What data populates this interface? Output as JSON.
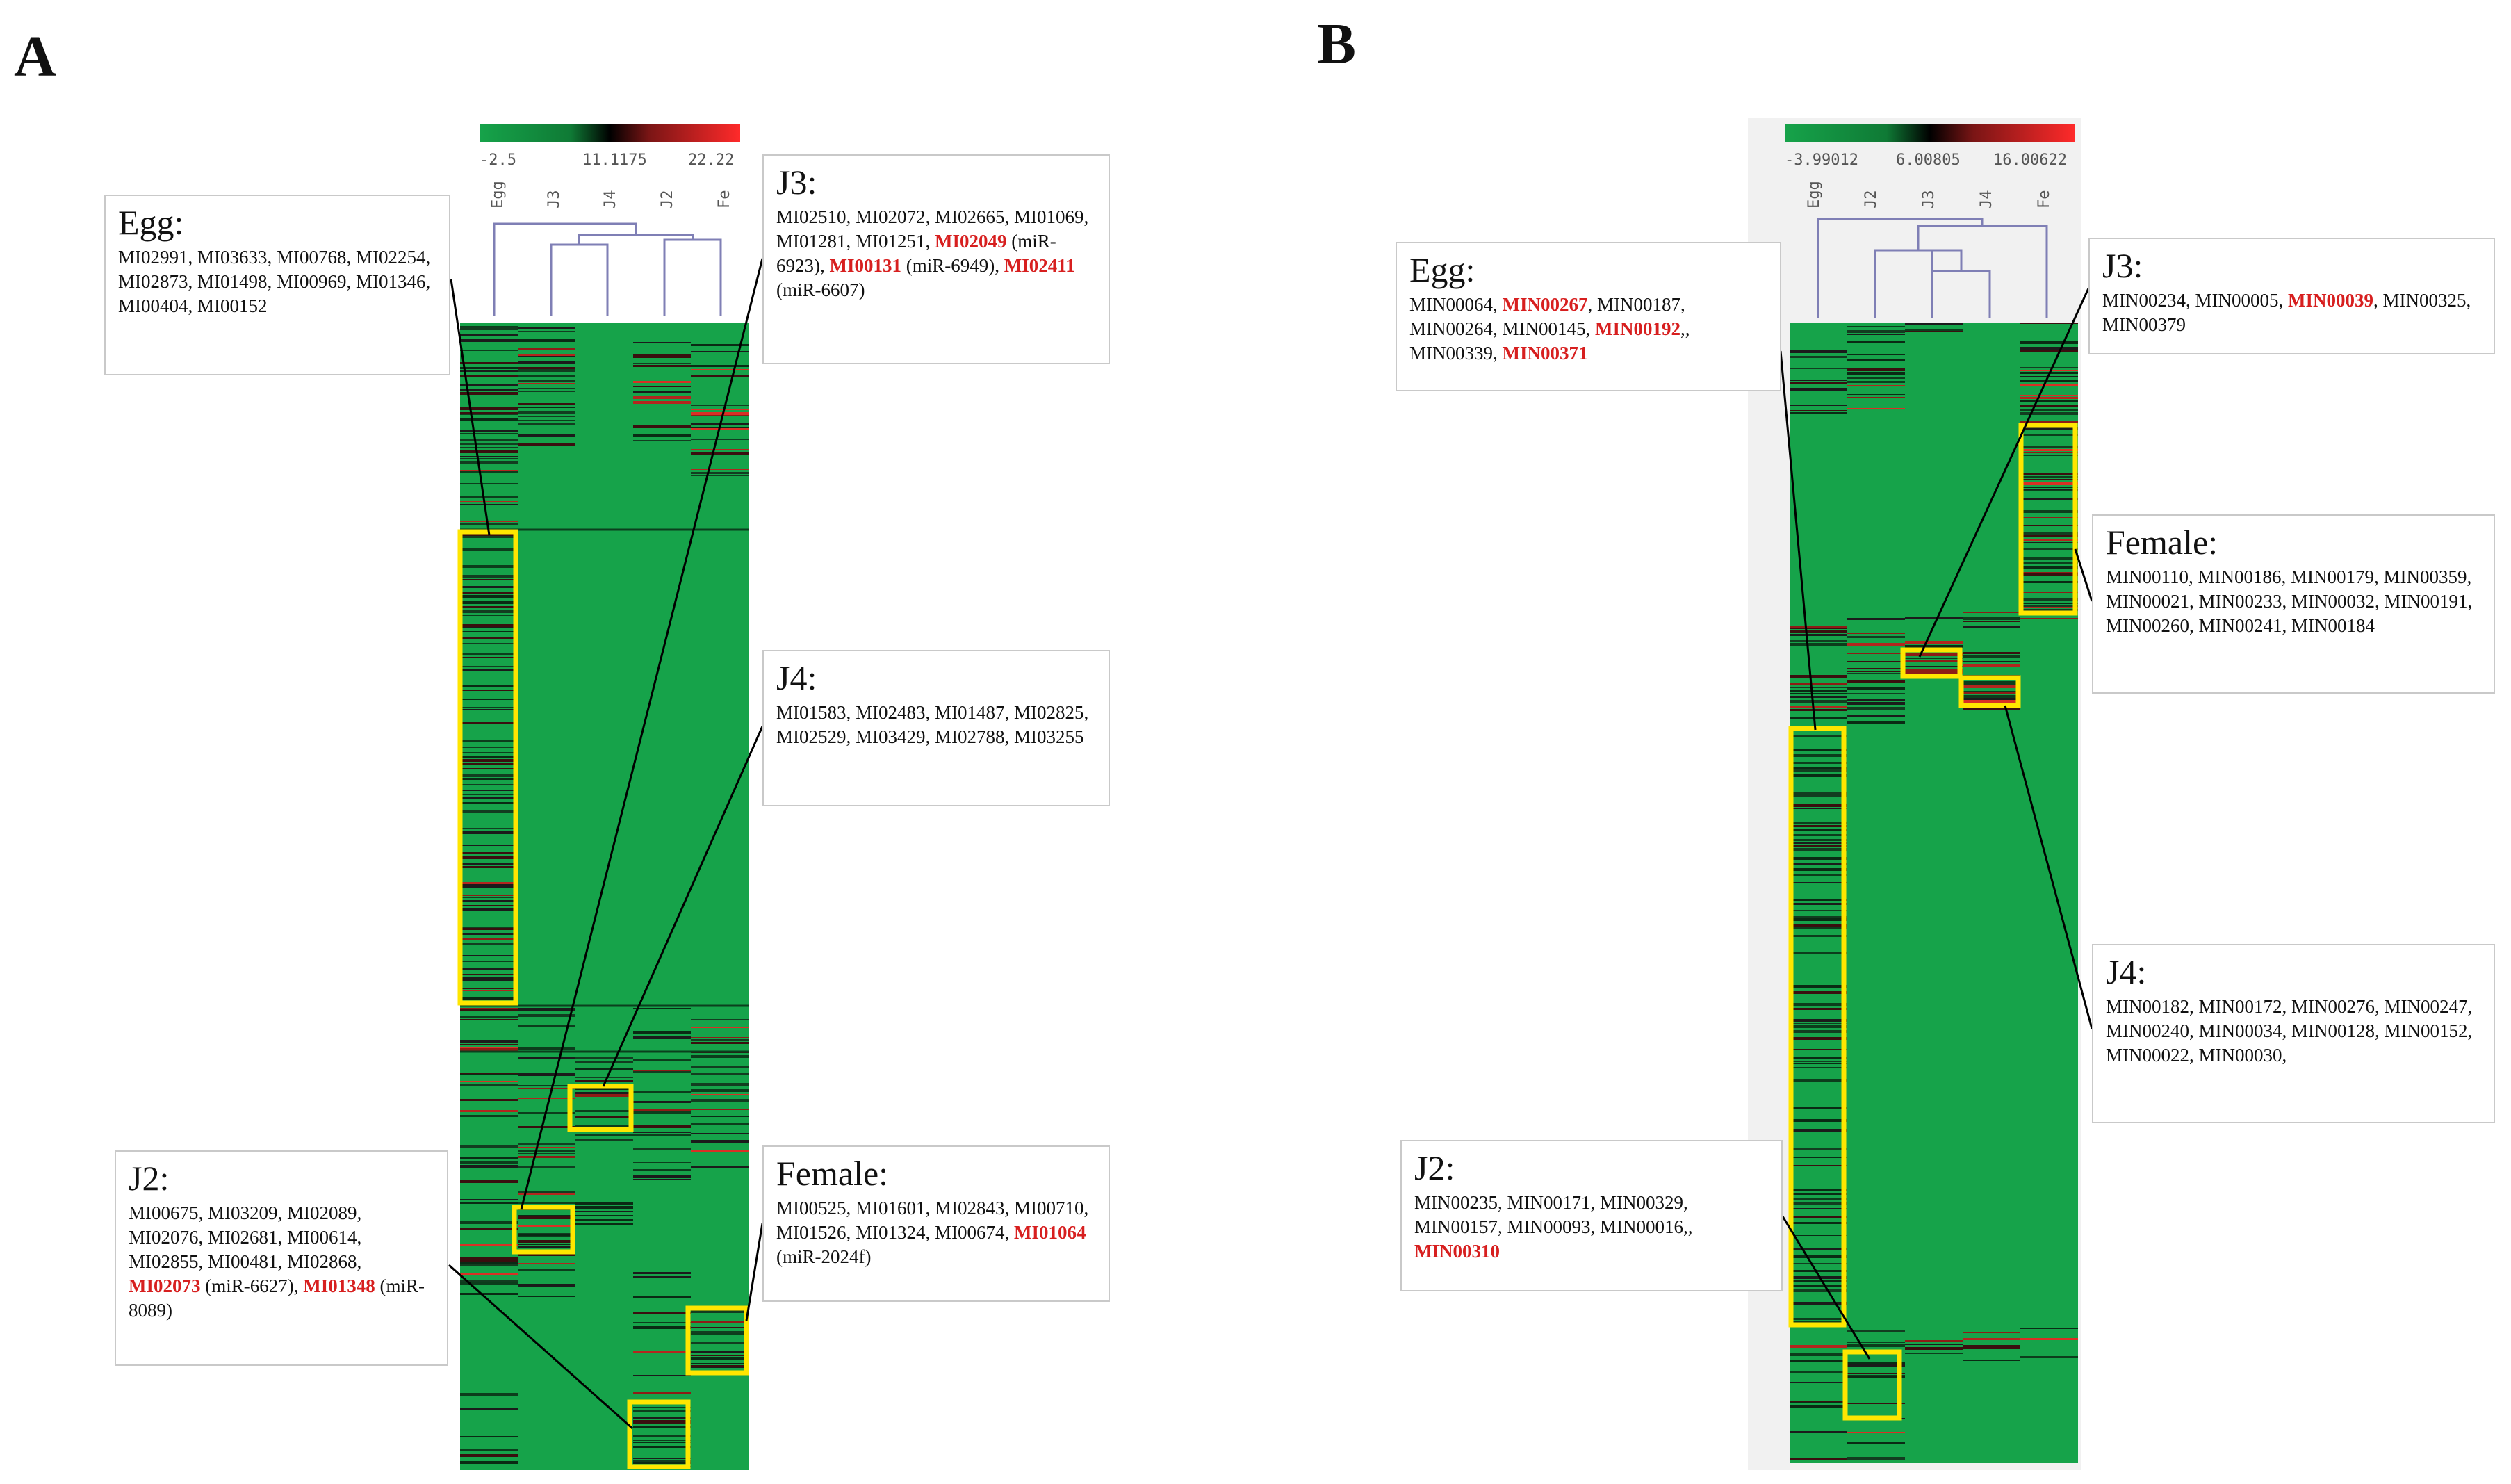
{
  "panels": [
    {
      "letter": "A",
      "scale": {
        "min": "-2.5",
        "mid": "11.1175",
        "max": "22.22",
        "colors": [
          "#16a34a",
          "#000000",
          "#ff2a2a"
        ]
      },
      "columns": [
        "Egg",
        "J3",
        "J4",
        "J2",
        "Fe"
      ],
      "callouts": [
        {
          "title": "Egg:",
          "genes": [
            {
              "id": "MI02991"
            },
            {
              "id": "MI03633"
            },
            {
              "id": "MI00768"
            },
            {
              "id": "MI02254"
            },
            {
              "id": "MI02873"
            },
            {
              "id": "MI01498"
            },
            {
              "id": "MI00969"
            },
            {
              "id": "MI01346"
            },
            {
              "id": "MI00404"
            },
            {
              "id": "MI00152"
            }
          ]
        },
        {
          "title": "J3:",
          "genes": [
            {
              "id": "MI02510"
            },
            {
              "id": "MI02072"
            },
            {
              "id": "MI02665"
            },
            {
              "id": "MI01069"
            },
            {
              "id": "MI01281"
            },
            {
              "id": "MI01251"
            },
            {
              "id": "MI02049",
              "note": "(miR-6923)",
              "hl": true
            },
            {
              "id": "MI00131",
              "note": "(miR-6949)",
              "hl": true
            },
            {
              "id": "MI02411",
              "note": "(miR-6607)",
              "hl": true
            }
          ]
        },
        {
          "title": "J4:",
          "genes": [
            {
              "id": "MI01583"
            },
            {
              "id": "MI02483"
            },
            {
              "id": "MI01487"
            },
            {
              "id": "MI02825"
            },
            {
              "id": "MI02529"
            },
            {
              "id": "MI03429"
            },
            {
              "id": "MI02788"
            },
            {
              "id": "MI03255"
            }
          ]
        },
        {
          "title": "J2:",
          "genes": [
            {
              "id": "MI00675"
            },
            {
              "id": "MI03209"
            },
            {
              "id": "MI02089"
            },
            {
              "id": "MI02076"
            },
            {
              "id": "MI02681"
            },
            {
              "id": "MI00614"
            },
            {
              "id": "MI02855"
            },
            {
              "id": "MI00481"
            },
            {
              "id": "MI02868"
            },
            {
              "id": "MI02073",
              "note": "(miR-6627)",
              "hl": true
            },
            {
              "id": "MI01348",
              "note": "(miR-8089)",
              "hl": true
            }
          ]
        },
        {
          "title": "Female:",
          "genes": [
            {
              "id": "MI00525"
            },
            {
              "id": "MI01601"
            },
            {
              "id": "MI02843"
            },
            {
              "id": "MI00710"
            },
            {
              "id": "MI01526"
            },
            {
              "id": "MI01324"
            },
            {
              "id": "MI00674"
            },
            {
              "id": "MI01064",
              "note": "(miR-2024f)",
              "hl": true
            }
          ]
        }
      ]
    },
    {
      "letter": "B",
      "scale": {
        "min": "-3.99012",
        "mid": "6.00805",
        "max": "16.00622",
        "colors": [
          "#16a34a",
          "#000000",
          "#ff2a2a"
        ]
      },
      "columns": [
        "Egg",
        "J2",
        "J3",
        "J4",
        "Fe"
      ],
      "callouts": [
        {
          "title": "Egg:",
          "genes": [
            {
              "id": "MIN00064"
            },
            {
              "id": "MIN00267",
              "hl": true
            },
            {
              "id": "MIN00187"
            },
            {
              "id": "MIN00264"
            },
            {
              "id": "MIN00145"
            },
            {
              "id": "MIN00192",
              "hl": true,
              "sep": ",,"
            },
            {
              "id": "MIN00339"
            },
            {
              "id": "MIN00371",
              "hl": true
            }
          ]
        },
        {
          "title": "J3:",
          "genes": [
            {
              "id": "MIN00234"
            },
            {
              "id": "MIN00005"
            },
            {
              "id": "MIN00039",
              "hl": true
            },
            {
              "id": "MIN00325"
            },
            {
              "id": "MIN00379"
            }
          ]
        },
        {
          "title": "Female:",
          "genes": [
            {
              "id": "MIN00110"
            },
            {
              "id": "MIN00186"
            },
            {
              "id": "MIN00179"
            },
            {
              "id": "MIN00359"
            },
            {
              "id": "MIN00021"
            },
            {
              "id": "MIN00233"
            },
            {
              "id": "MIN00032"
            },
            {
              "id": "MIN00191"
            },
            {
              "id": "MIN00260"
            },
            {
              "id": "MIN00241"
            },
            {
              "id": "MIN00184"
            }
          ]
        },
        {
          "title": "J4:",
          "genes": [
            {
              "id": "MIN00182"
            },
            {
              "id": "MIN00172"
            },
            {
              "id": "MIN00276"
            },
            {
              "id": "MIN00247"
            },
            {
              "id": "MIN00240"
            },
            {
              "id": "MIN00034"
            },
            {
              "id": "MIN00128"
            },
            {
              "id": "MIN00152"
            },
            {
              "id": "MIN00022"
            },
            {
              "id": "MIN00030",
              "sep": ","
            }
          ]
        },
        {
          "title": "J2:",
          "genes": [
            {
              "id": "MIN00235"
            },
            {
              "id": "MIN00171"
            },
            {
              "id": "MIN00329"
            },
            {
              "id": "MIN00157"
            },
            {
              "id": "MIN00093"
            },
            {
              "id": "MIN00016",
              "sep": ",,"
            },
            {
              "id": "MIN00310",
              "hl": true
            }
          ]
        }
      ]
    }
  ],
  "chart_data": [
    {
      "type": "heatmap",
      "panel": "A",
      "columns": [
        "Egg",
        "J3",
        "J4",
        "J2",
        "Fe"
      ],
      "color_scale": {
        "min": -2.5,
        "mid": 11.1175,
        "max": 22.22
      },
      "highlighted_clusters": [
        "Egg",
        "J3",
        "J4",
        "J2",
        "Female"
      ]
    },
    {
      "type": "heatmap",
      "panel": "B",
      "columns": [
        "Egg",
        "J2",
        "J3",
        "J4",
        "Fe"
      ],
      "color_scale": {
        "min": -3.99012,
        "mid": 6.00805,
        "max": 16.00622
      },
      "highlighted_clusters": [
        "Egg",
        "J3",
        "Female",
        "J4",
        "J2"
      ]
    }
  ]
}
